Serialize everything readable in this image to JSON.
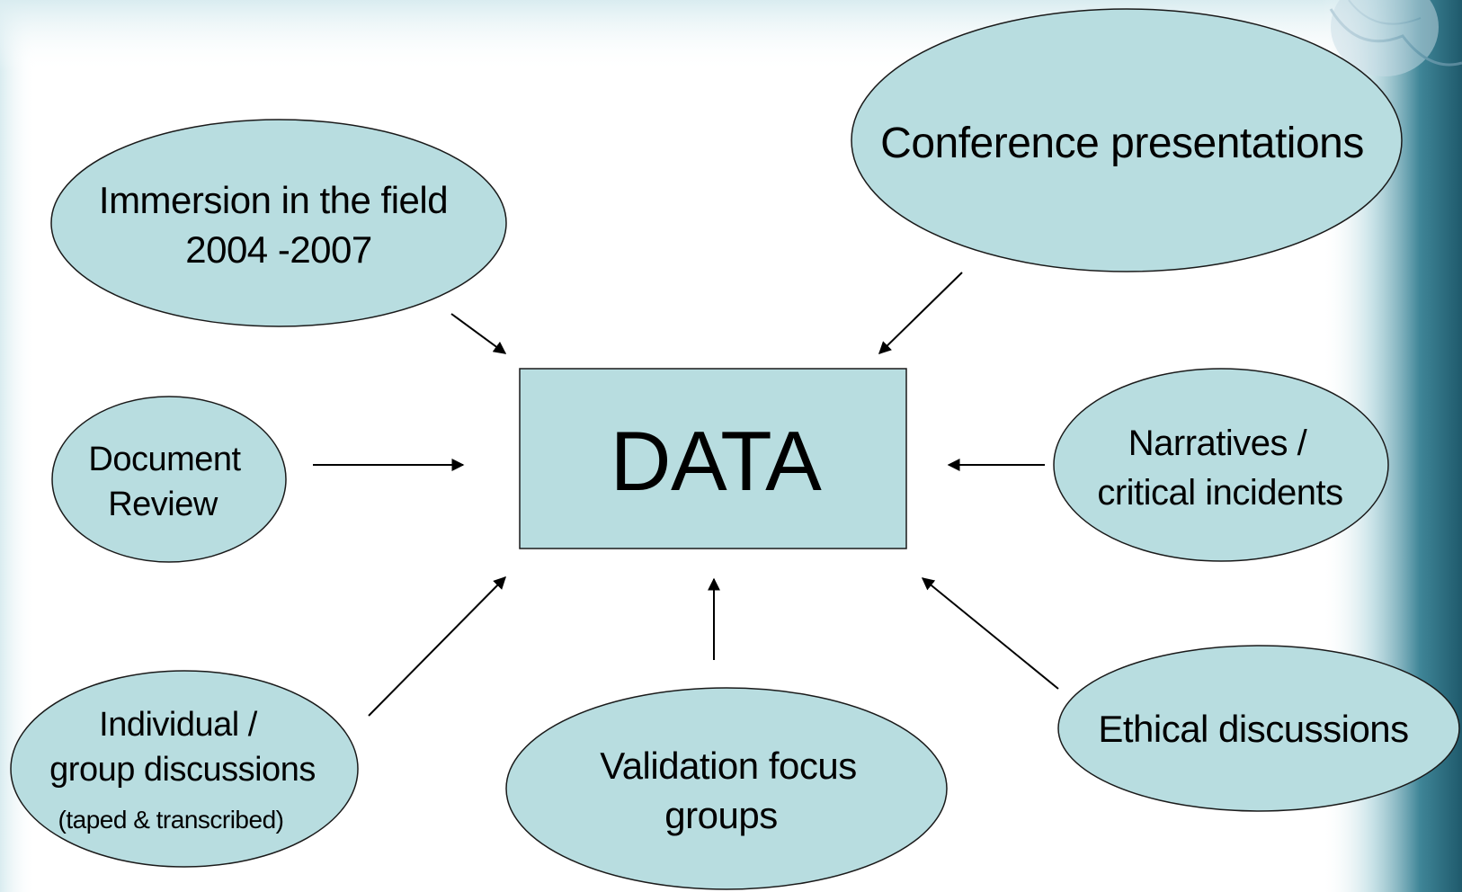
{
  "diagram": {
    "center": {
      "label": "DATA"
    },
    "sources": [
      {
        "id": "immersion",
        "lines": [
          "Immersion in the field",
          "2004 -2007"
        ]
      },
      {
        "id": "conference",
        "lines": [
          "Conference presentations"
        ]
      },
      {
        "id": "document-review",
        "lines": [
          "Document",
          "Review"
        ]
      },
      {
        "id": "narratives",
        "lines": [
          "Narratives /",
          "critical incidents"
        ]
      },
      {
        "id": "individual-group",
        "lines": [
          "Individual /",
          "group discussions"
        ],
        "note": "(taped & transcribed)"
      },
      {
        "id": "validation",
        "lines": [
          "Validation focus",
          "groups"
        ]
      },
      {
        "id": "ethical",
        "lines": [
          "Ethical discussions"
        ]
      }
    ]
  },
  "colors": {
    "node_fill": "#b8dde0",
    "node_stroke": "#1a1a1a",
    "arrow": "#000000",
    "background_tint": "#e4f1f4",
    "right_band": "#2b6d80"
  }
}
